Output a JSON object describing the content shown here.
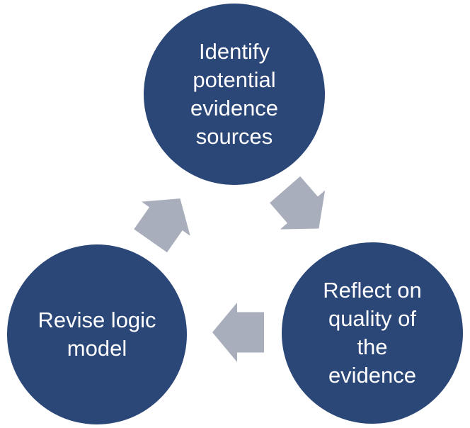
{
  "colors": {
    "background": "#ffffff",
    "circle": "#2b4778",
    "arrow": "#a8aebb",
    "text": "#ffffff"
  },
  "nodes": {
    "identify": {
      "label": "Identify potential evidence sources",
      "lines": [
        "Identify",
        "potential",
        "evidence",
        "sources"
      ]
    },
    "reflect": {
      "label": "Reflect on quality of the evidence",
      "lines": [
        "Reflect on",
        "quality of",
        "the",
        "evidence"
      ]
    },
    "revise": {
      "label": "Revise logic model",
      "lines": [
        "Revise logic",
        "model"
      ]
    }
  },
  "arrows": {
    "identify_to_reflect": {
      "icon": "block-arrow-down-right-icon",
      "direction": "down-right"
    },
    "reflect_to_revise": {
      "icon": "block-arrow-left-icon",
      "direction": "left"
    },
    "revise_to_identify": {
      "icon": "block-arrow-up-right-icon",
      "direction": "up-right"
    }
  }
}
